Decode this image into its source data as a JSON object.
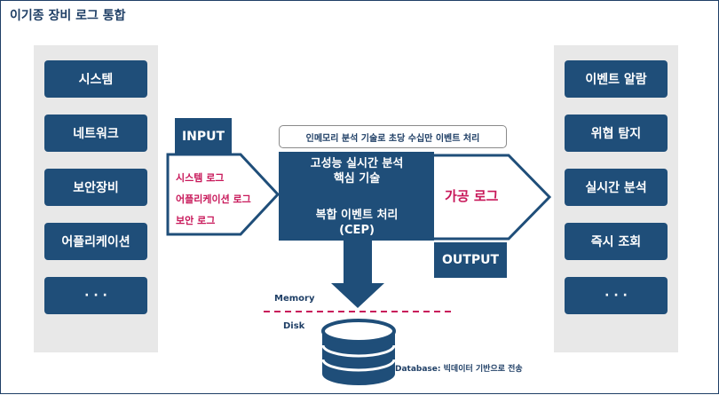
{
  "title": "이기종 장비 로그 통합",
  "sources": [
    "시스템",
    "네트워크",
    "보안장비",
    "어플리케이션",
    "· · ·"
  ],
  "input": {
    "label": "INPUT",
    "items": [
      "시스템 로그",
      "어플리케이션 로그",
      "보안 로그"
    ]
  },
  "engine": {
    "callout": "인메모리 분석 기술로 초당 수십만 이벤트 처리",
    "line1": "고성능 실시간 분석",
    "line2": "핵심 기술",
    "line3": "복합 이벤트 처리",
    "line4": "(CEP)"
  },
  "processed_label": "가공 로그",
  "output": {
    "label": "OUTPUT"
  },
  "storage": {
    "memory": "Memory",
    "disk": "Disk",
    "db_note": "Database: 빅데이터 기반으로 전송"
  },
  "outputs": [
    "이벤트 알람",
    "위협 탐지",
    "실시간 분석",
    "즉시 조회",
    "· · ·"
  ],
  "colors": {
    "navy": "#1f4e79",
    "pink": "#c8185a",
    "panel": "#e8e8e8"
  },
  "icons": {
    "database": "database-icon"
  }
}
